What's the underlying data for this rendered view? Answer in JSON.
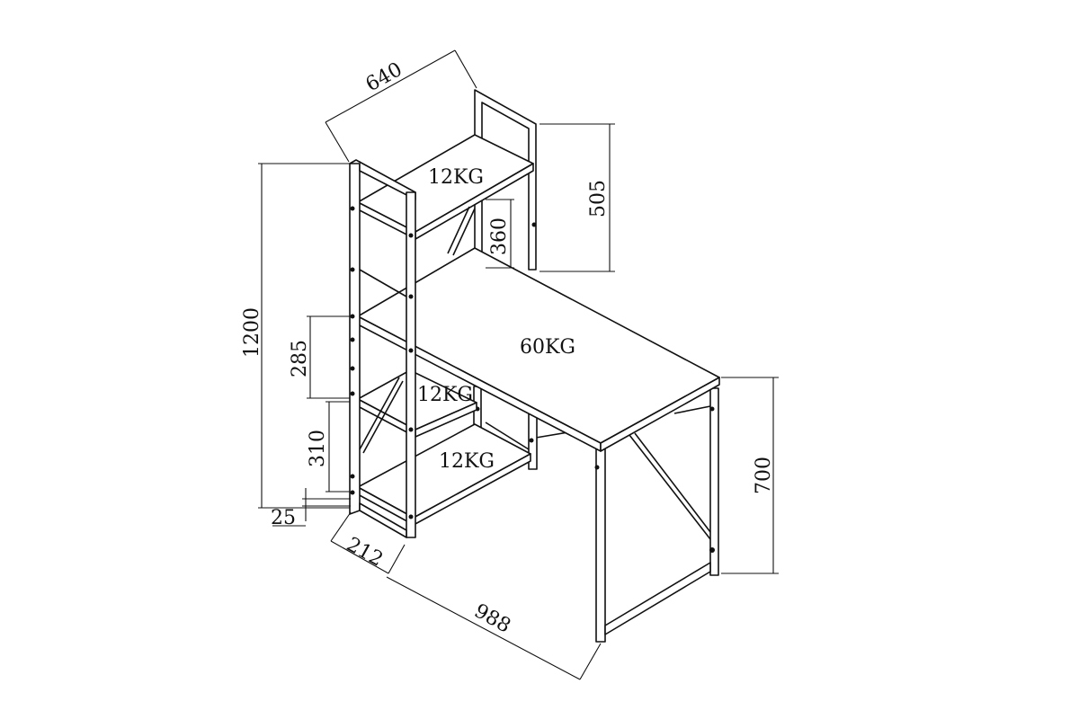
{
  "diagram": {
    "dimensions": {
      "width_top": "640",
      "shelf_height": "505",
      "inner_height": "360",
      "total_height": "1200",
      "shelf_gap_upper": "285",
      "shelf_gap_lower": "310",
      "foot_clearance": "25",
      "shelf_depth": "212",
      "desk_length": "988",
      "desk_height": "700"
    },
    "loads": {
      "top_shelf": "12KG",
      "desk_top": "60KG",
      "middle_shelf": "12KG",
      "bottom_shelf": "12KG"
    }
  }
}
